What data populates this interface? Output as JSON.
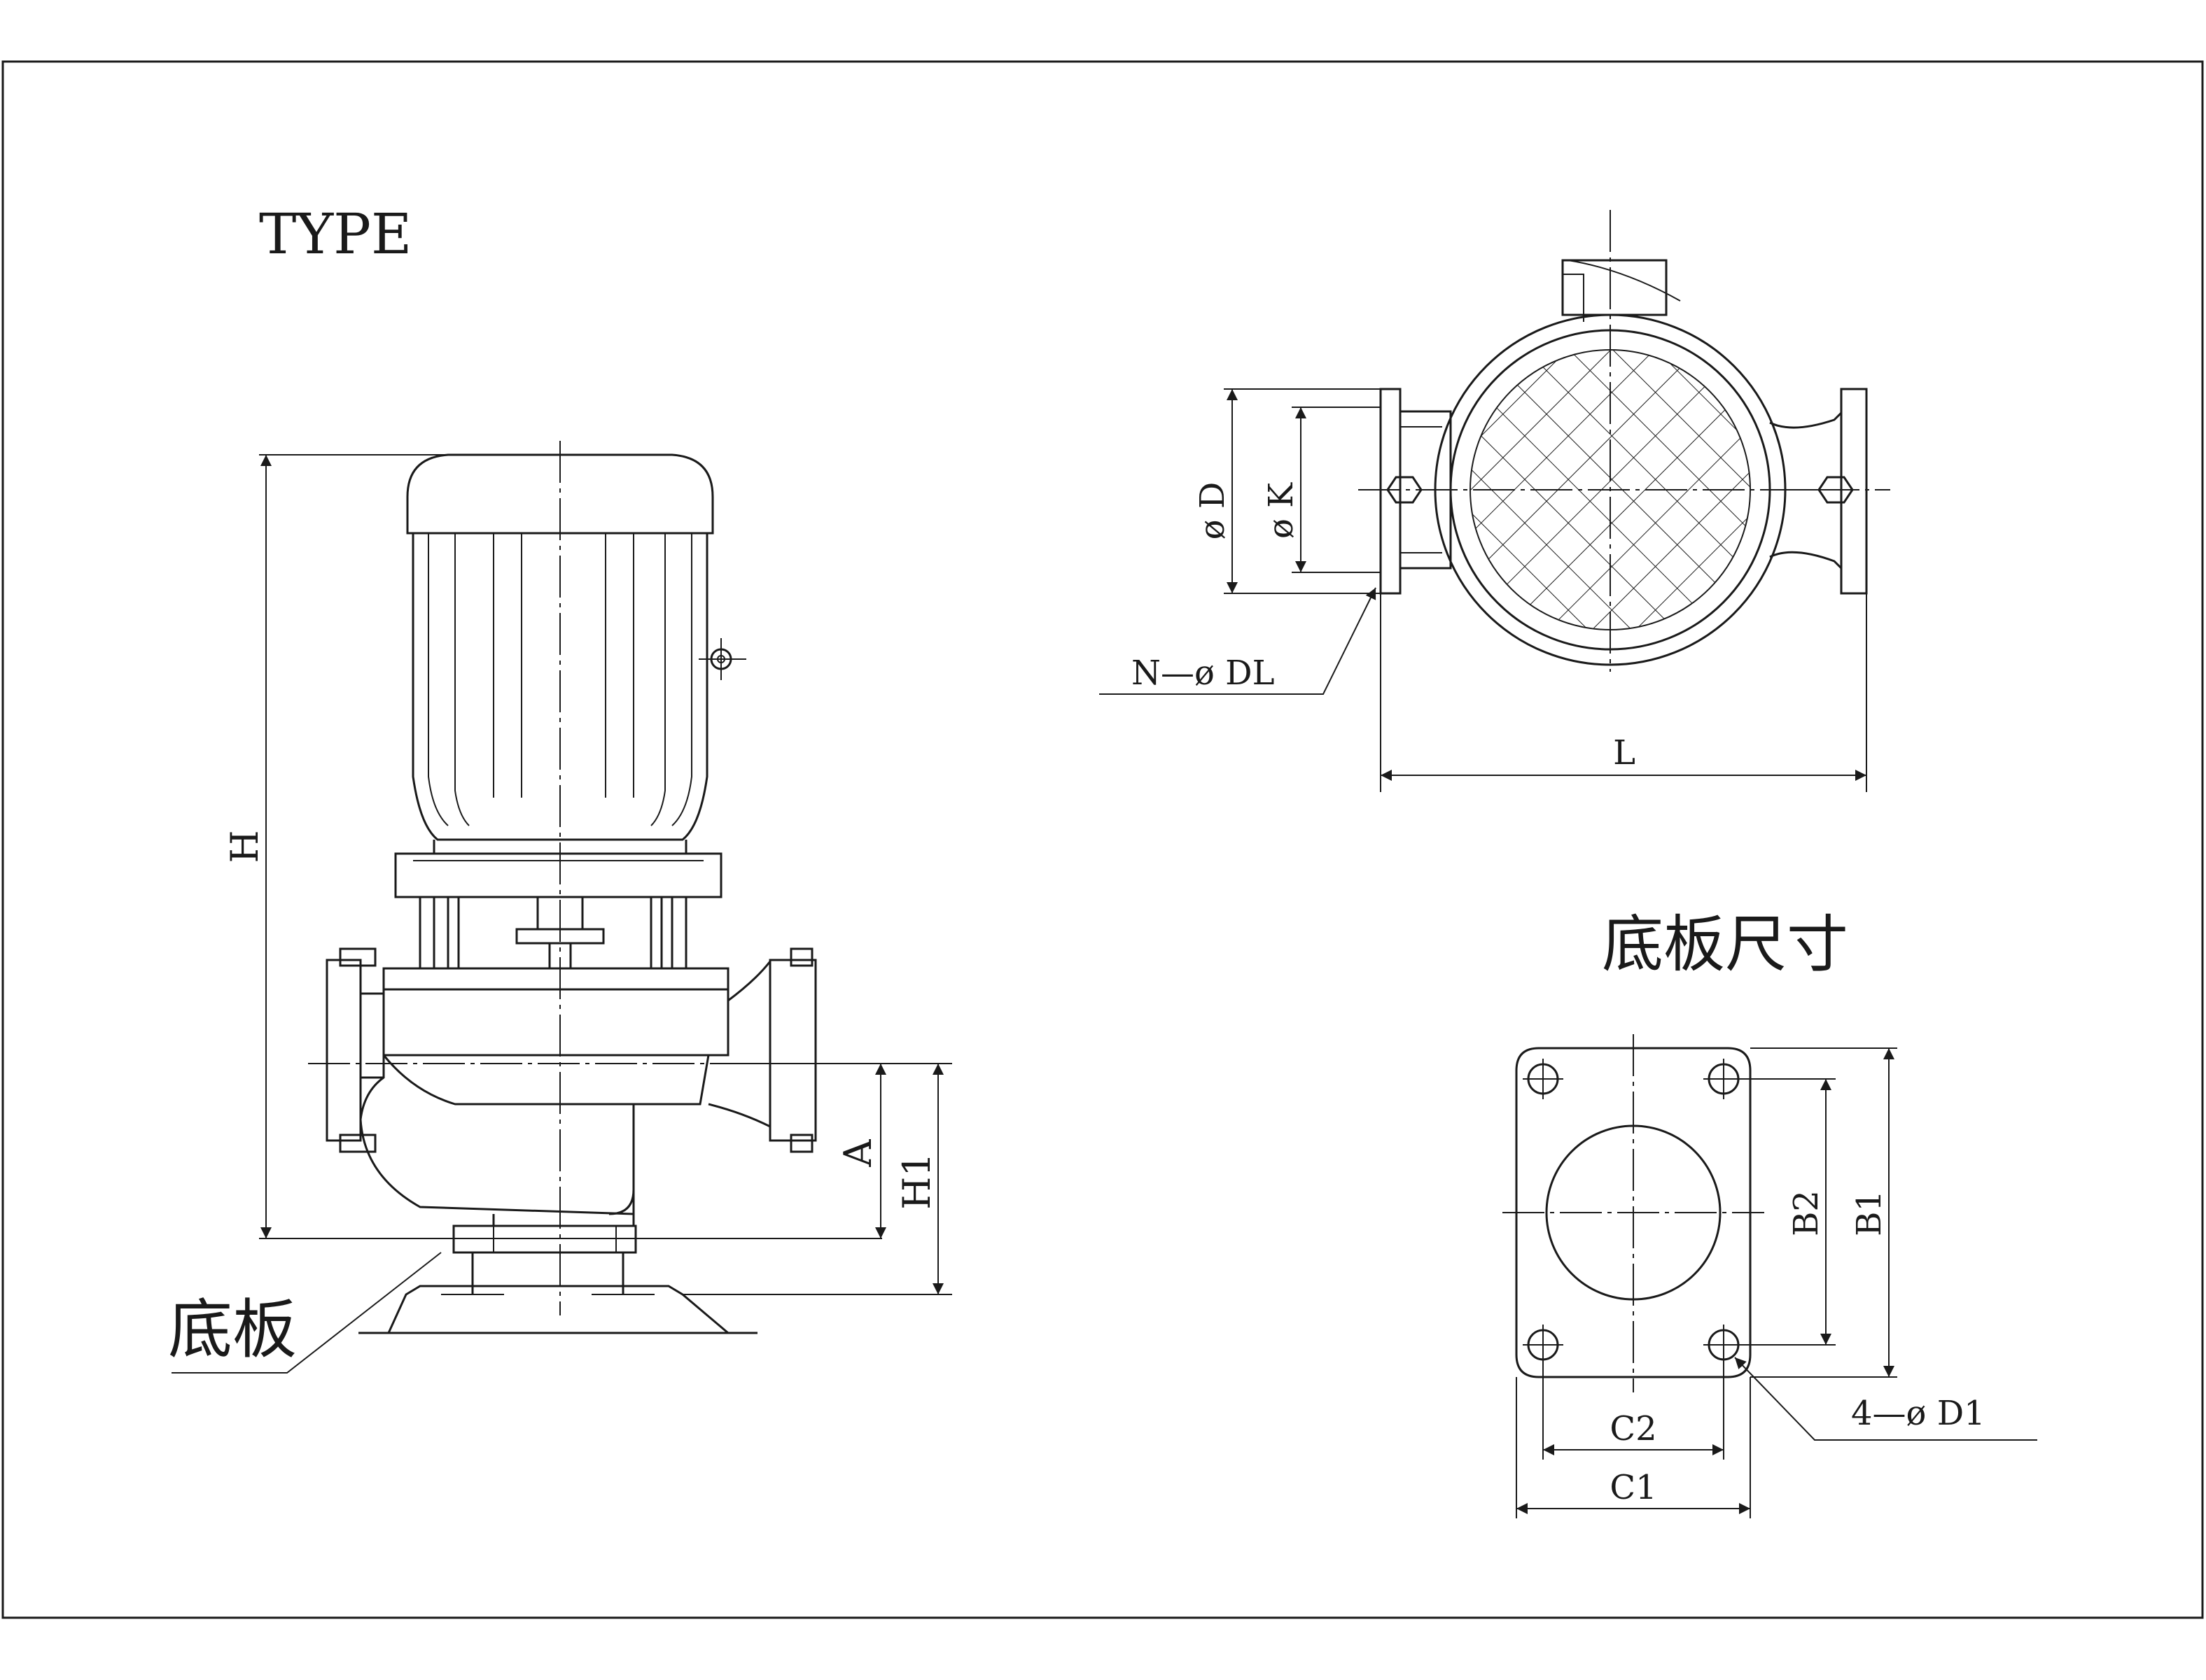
{
  "labels": {
    "type": "TYPE",
    "h": "H",
    "a": "A",
    "h1": "H1",
    "baseplate": "底板",
    "phi_d": "ø D",
    "phi_k": "ø K",
    "n_phi_dl": "N—ø DL",
    "l": "L",
    "baseplate_dims": "底板尺寸",
    "b2": "B2",
    "b1": "B1",
    "four_phi_d1": "4—ø D1",
    "c2": "C2",
    "c1": "C1"
  }
}
